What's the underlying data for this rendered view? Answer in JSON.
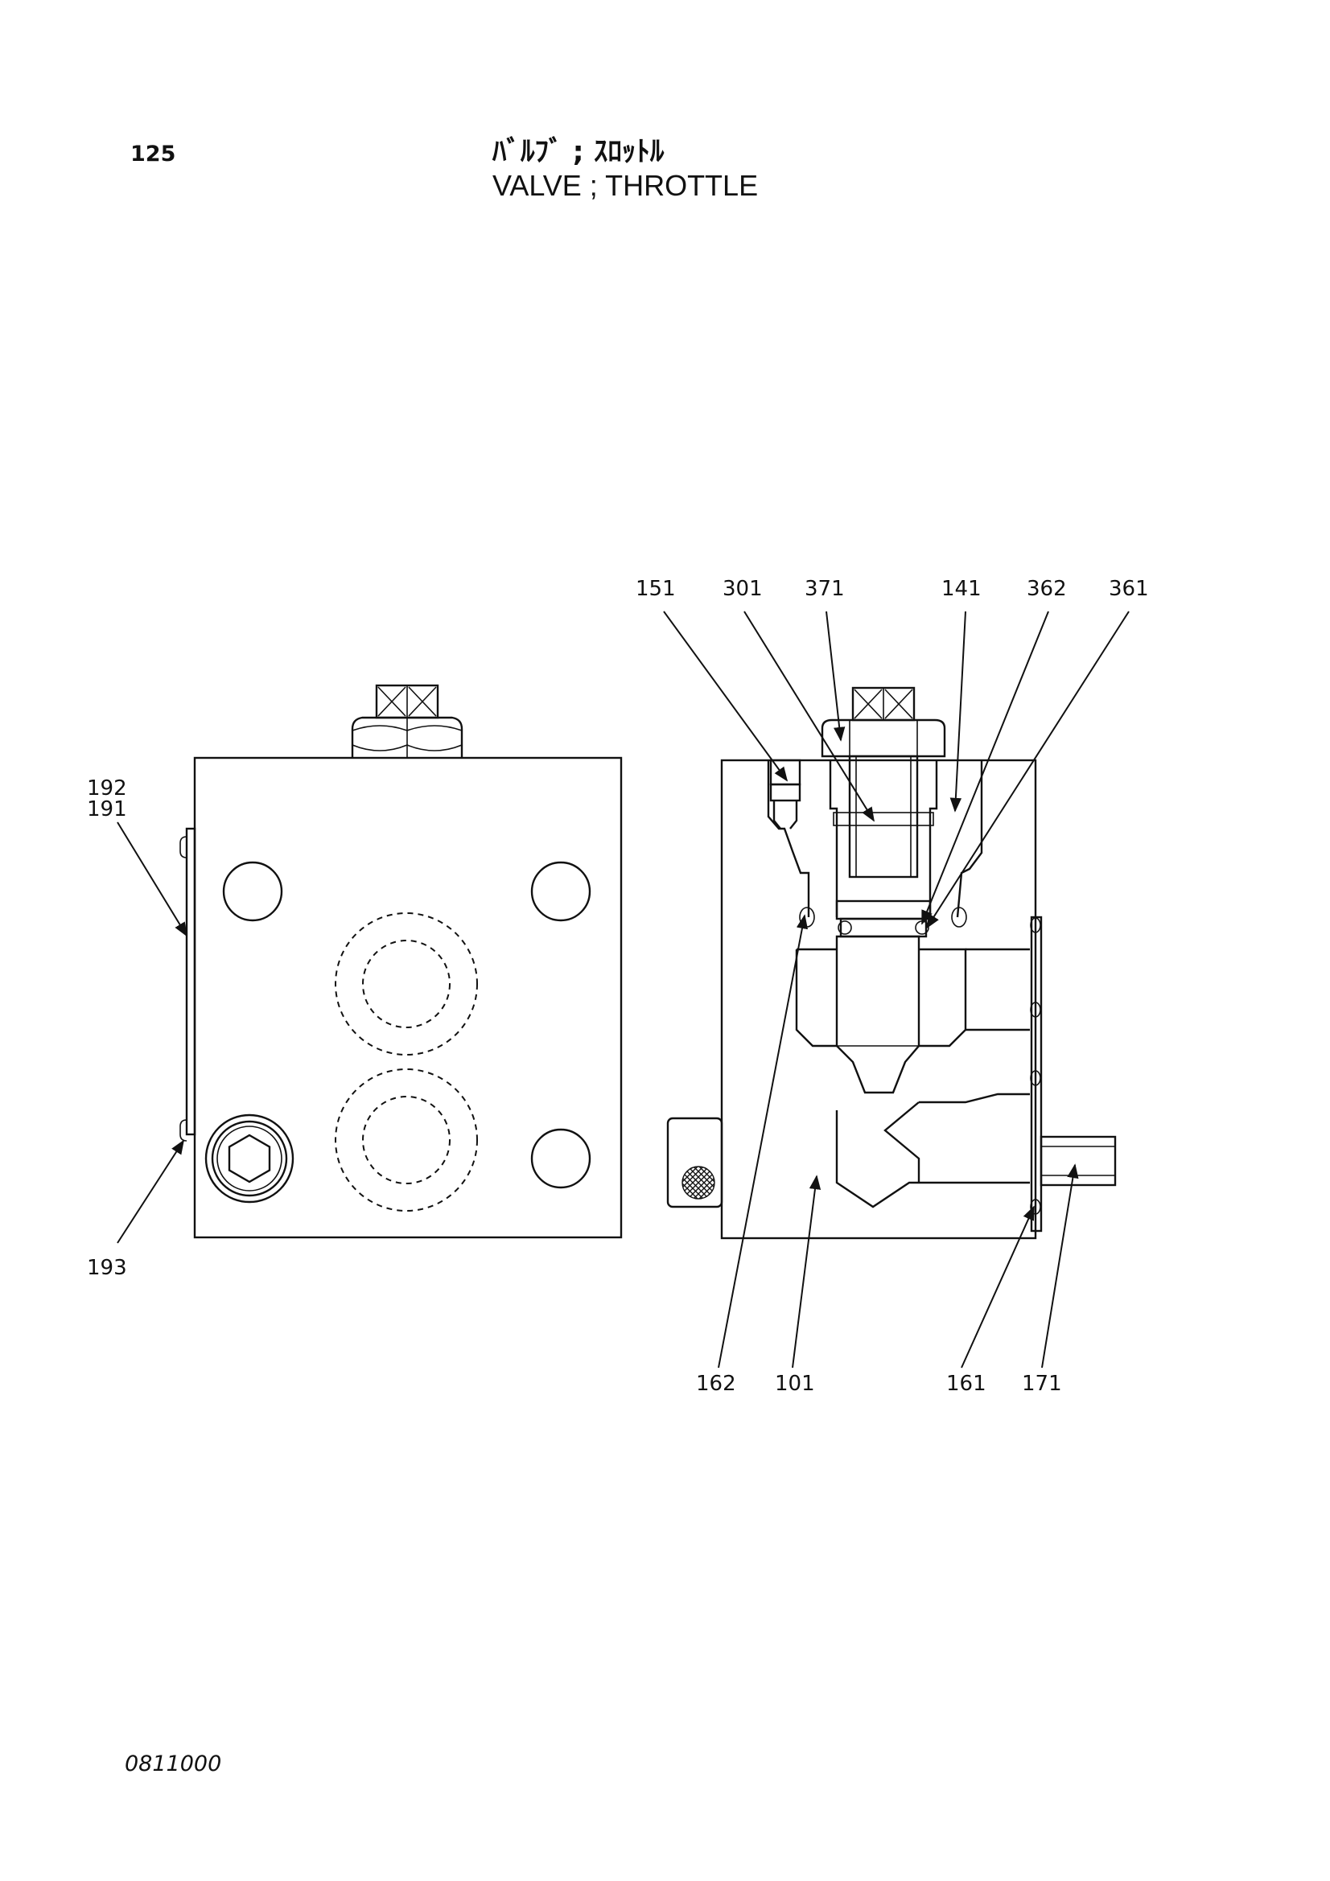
{
  "header": {
    "page_number": "125",
    "title_jp": "ﾊﾞﾙﾌﾞ ; ｽﾛｯﾄﾙ",
    "title_en": "VALVE ; THROTTLE"
  },
  "callouts": {
    "p151": "151",
    "p301": "301",
    "p371": "371",
    "p141": "141",
    "p362": "362",
    "p361": "361",
    "p192": "192",
    "p191": "191",
    "p193": "193",
    "p162": "162",
    "p101": "101",
    "p161": "161",
    "p171": "171"
  },
  "footer": {
    "drawing_code": "0811000"
  },
  "colors": {
    "line": "#111111",
    "background": "#ffffff"
  }
}
